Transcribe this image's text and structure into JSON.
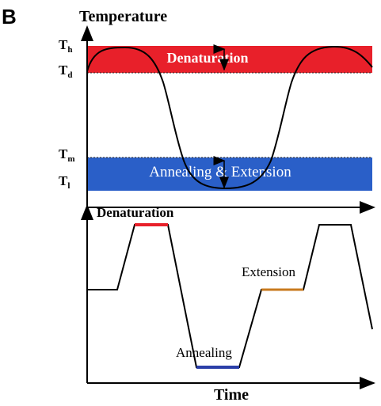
{
  "panel_label": "B",
  "top_axis_label": "Temperature",
  "bottom_axis_label": "Time",
  "levels": {
    "th": {
      "main": "T",
      "sub": "h"
    },
    "td": {
      "main": "T",
      "sub": "d"
    },
    "tm": {
      "main": "T",
      "sub": "m"
    },
    "tl": {
      "main": "T",
      "sub": "l"
    }
  },
  "bands": {
    "denaturation": {
      "label": "Denaturation",
      "color": "#e8202a"
    },
    "annealing_extension": {
      "label": "Annealing & Extension",
      "color": "#2a5fc8"
    }
  },
  "steps": {
    "denaturation": {
      "label": "Denaturation",
      "color": "#e8202a"
    },
    "annealing": {
      "label": "Annealing",
      "color": "#2b3fa8"
    },
    "extension": {
      "label": "Extension",
      "color": "#c87a1e"
    }
  }
}
